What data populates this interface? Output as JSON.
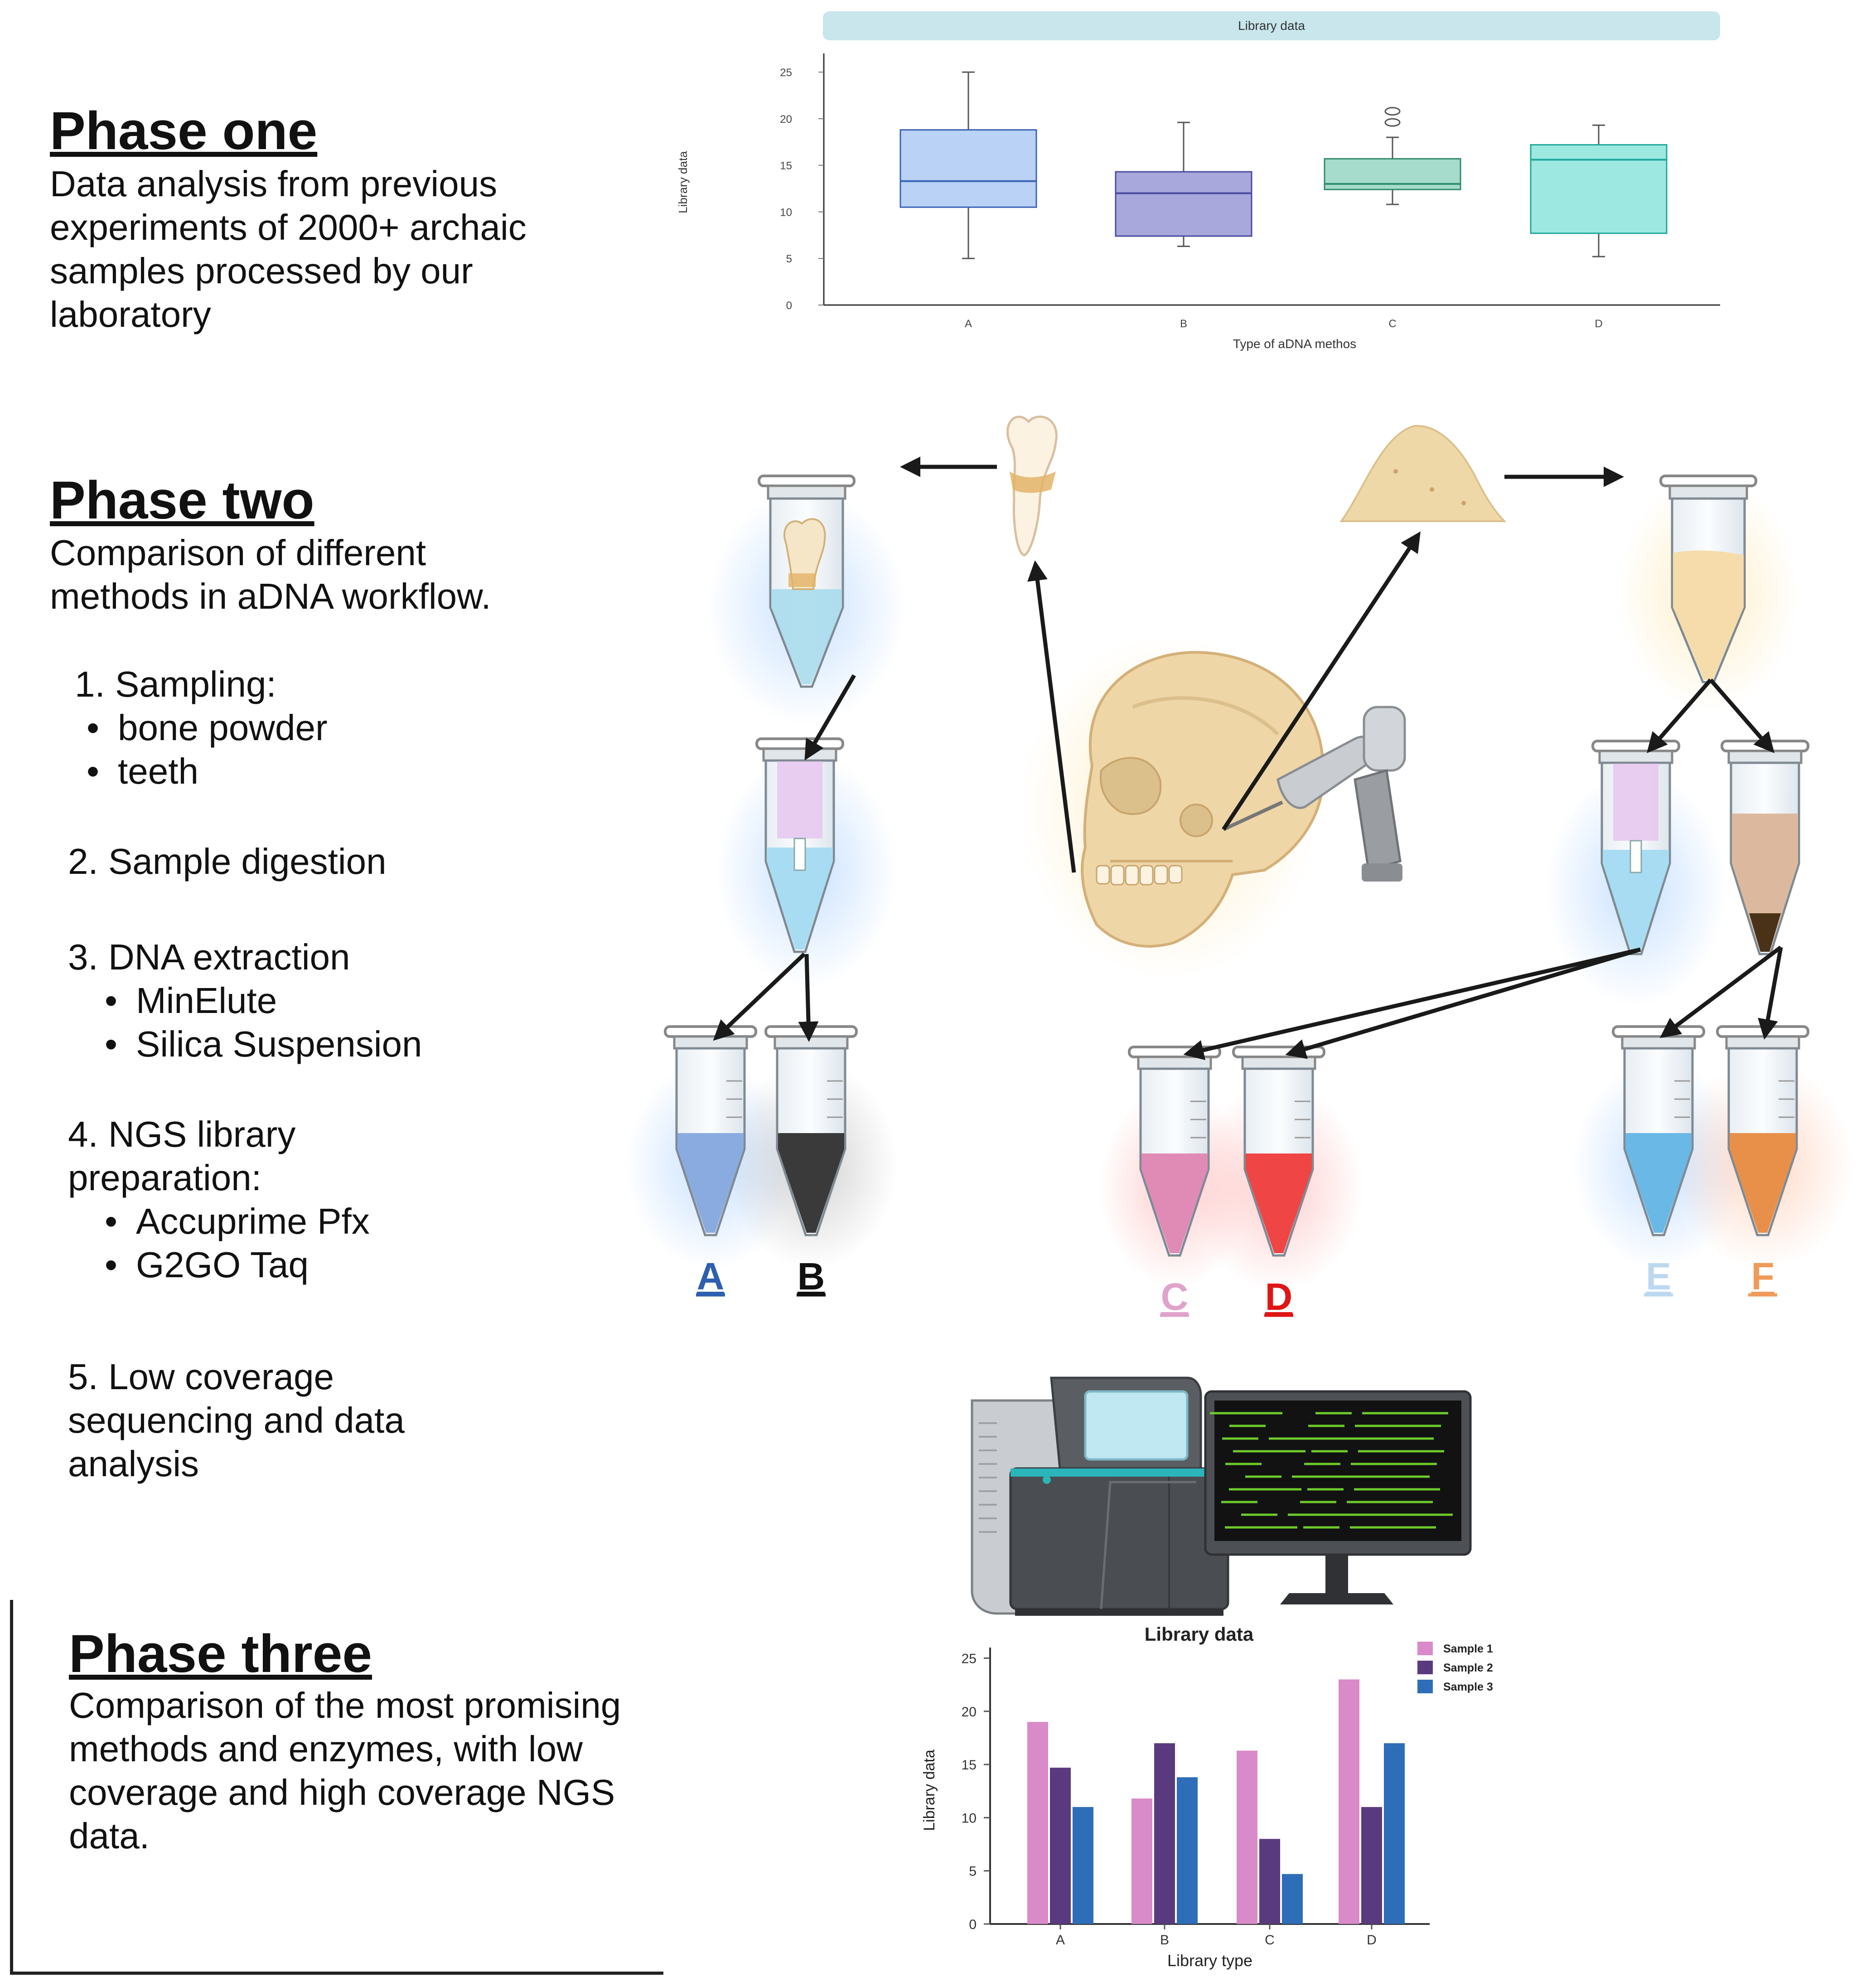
{
  "phase_one": {
    "title": "Phase one",
    "description": "Data analysis from previous experiments of 2000+ archaic samples processed by our laboratory"
  },
  "phase_two": {
    "title": "Phase two",
    "description": "Comparison of different methods in aDNA workflow.",
    "steps": {
      "sampling": "1.  Sampling:",
      "sampling_items": [
        "bone powder",
        "teeth"
      ],
      "digestion": "2. Sample digestion",
      "extraction": "3. DNA extraction",
      "extraction_items": [
        "MinElute",
        "Silica Suspension"
      ],
      "library_prep": "4. NGS library preparation:",
      "library_items": [
        "Accuprime Pfx",
        "G2GO Taq"
      ],
      "sequencing": "5. Low coverage sequencing and data analysis"
    },
    "tube_labels": [
      {
        "id": "A",
        "color": "#2e5fb0"
      },
      {
        "id": "B",
        "color": "#111111"
      },
      {
        "id": "C",
        "color": "#e0a3cc"
      },
      {
        "id": "D",
        "color": "#e01515"
      },
      {
        "id": "E",
        "color": "#bcd8f0"
      },
      {
        "id": "F",
        "color": "#f09a5a"
      }
    ],
    "tube_liquid_colors": {
      "A": "#8aabe0",
      "B": "#3a3a3a",
      "C": "#e08ab6",
      "D": "#f04545",
      "E": "#6ab8e6",
      "F": "#e8904a"
    }
  },
  "phase_three": {
    "title": "Phase three",
    "description": "Comparison of the most promising methods and enzymes, with low coverage and high coverage NGS data."
  },
  "chart_data": [
    {
      "type": "box",
      "title": "Library data",
      "xlabel": "Type of aDNA methos",
      "ylabel": "Library data",
      "ylim": [
        0,
        27
      ],
      "yticks": [
        0,
        5,
        10,
        15,
        20,
        25
      ],
      "categories": [
        "A",
        "B",
        "C",
        "D"
      ],
      "colors": [
        "#b9d2f5",
        "#a9a8dc",
        "#a6dccb",
        "#9de9e1"
      ],
      "median_colors": [
        "#3a62b8",
        "#4a4aa0",
        "#2f8a6a",
        "#1fa79a"
      ],
      "boxes": [
        {
          "min": 5,
          "q1": 10.5,
          "median": 13.3,
          "q3": 18.8,
          "max": 25
        },
        {
          "min": 6.3,
          "q1": 7.4,
          "median": 12,
          "q3": 14.3,
          "max": 19.6
        },
        {
          "min": 10.8,
          "q1": 12.4,
          "median": 13,
          "q3": 15.7,
          "max": 18,
          "outliers": [
            19.6,
            20.8
          ]
        },
        {
          "min": 5.2,
          "q1": 7.7,
          "median": 15.6,
          "q3": 17.2,
          "max": 19.3
        }
      ],
      "grid": false
    },
    {
      "type": "bar",
      "title": "Library data",
      "xlabel": "Library type",
      "ylabel": "Library data",
      "ylim": [
        0,
        26
      ],
      "yticks": [
        0,
        5,
        10,
        15,
        20,
        25
      ],
      "categories": [
        "A",
        "B",
        "C",
        "D"
      ],
      "series": [
        {
          "name": "Sample 1",
          "color": "#d98ac8",
          "values": [
            19,
            11.8,
            16.3,
            23
          ]
        },
        {
          "name": "Sample 2",
          "color": "#5a3a7e",
          "values": [
            14.7,
            17,
            8,
            11
          ]
        },
        {
          "name": "Sample 3",
          "color": "#2e6db8",
          "values": [
            11,
            13.8,
            4.7,
            17
          ]
        }
      ],
      "legend": "top-right",
      "grid": false
    }
  ]
}
